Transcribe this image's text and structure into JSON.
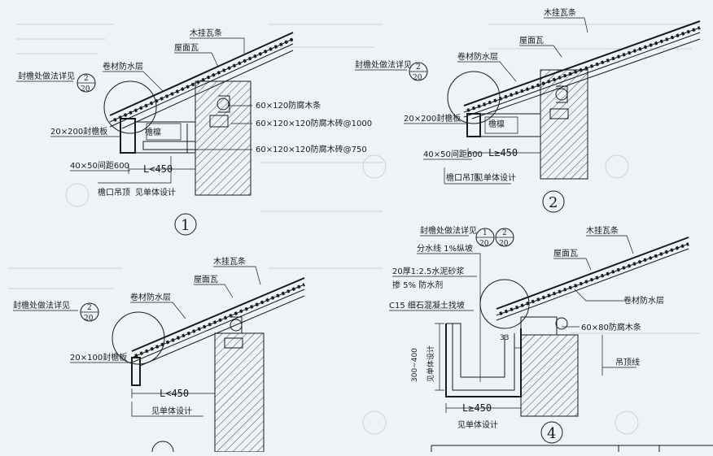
{
  "labels": {
    "mugua": "木挂瓦条",
    "wumianwa": "屋面瓦",
    "juancai": "卷材防水层",
    "fengyan_detail": "封檐处做法详见",
    "fangfu_60x120": "60×120防腐木条",
    "fangfu_brick_1000": "60×120×120防腐木砖@1000",
    "fangfu_brick_750": "60×120×120防腐木砖@750",
    "fengyan_20x200": "20×200封檐板",
    "fengyan_20x100": "20×100封檐板",
    "yanlin": "檐檩",
    "jiaju_40x50": "40×50间距600",
    "yankou_diaoding": "檐口吊顶",
    "jian_danti": "见单体设计",
    "fenshuixian": "分水线 1%纵坡",
    "mortar_line1": "20厚1:2.5水泥砂浆",
    "mortar_line2": "掺 5% 防水剂",
    "c15": "C15 细石混凝土找坡",
    "fangfu_60x80": "60×80防腐木条",
    "diaodingxian": "吊顶线",
    "dim_300_400": "300~400",
    "dim_33": "33"
  },
  "dims": {
    "L_less_450": "L<450",
    "L_ge_450": "L≥450"
  },
  "detail_refs": {
    "num_1": "1",
    "num_2": "2",
    "den": "20"
  },
  "detail_numbers": {
    "d1": "1",
    "d2": "2",
    "d4": "4"
  }
}
